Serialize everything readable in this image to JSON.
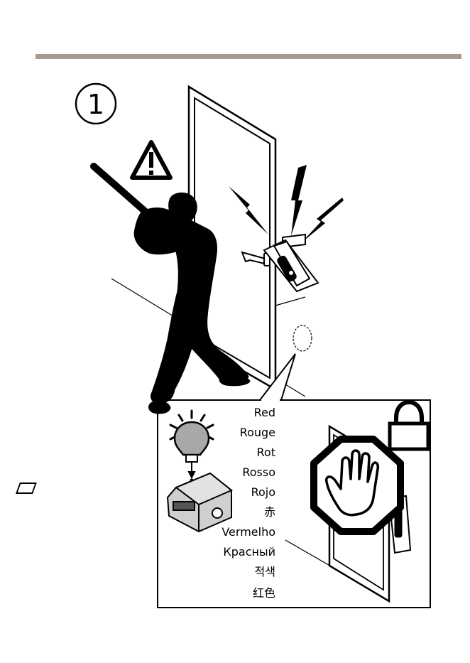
{
  "step": {
    "number": "1"
  },
  "colors": {
    "header_bar": "#a69b93",
    "line": "#000000",
    "bulb_gray": "#a8a8a8",
    "printer_gray": "#cfcfcf"
  },
  "icons": {
    "step_badge": "circled-number-icon",
    "warning": "warning-triangle-icon",
    "tamper_bolts": "lightning-bolt-icon",
    "bulb": "light-bulb-icon",
    "stop": "stop-hand-octagon-icon",
    "lock": "padlock-icon"
  },
  "legend": {
    "color_names": [
      "Red",
      "Rouge",
      "Rot",
      "Rosso",
      "Rojo",
      "赤",
      "Vermelho",
      "Красный",
      "적색",
      "红色"
    ]
  }
}
